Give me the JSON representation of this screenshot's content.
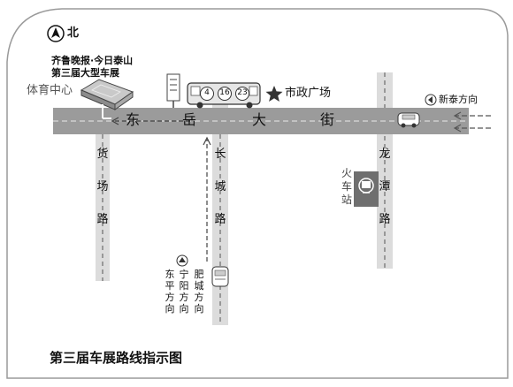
{
  "map": {
    "north_label": "北",
    "event_text": [
      "齐鲁晚报·今日泰山",
      "第三届大型车展"
    ],
    "venue": "体育中心",
    "landmark": "市政广场",
    "bus_routes": [
      "4",
      "16",
      "23"
    ],
    "direction_xintai": "新泰方向",
    "main_street_chars": [
      "东",
      "岳",
      "大",
      "街"
    ],
    "road_huochang": "货场路",
    "road_changcheng": "长城路",
    "road_longtan": "龙潭路",
    "station": "火车站",
    "dir_dongping_ningyang": [
      "东平方向",
      "宁阳方向"
    ],
    "dir_feicheng": "肥城方向",
    "title": "第三届车展路线指示图",
    "colors": {
      "street": "#9b9b9b",
      "road": "#dcdcdc",
      "dash": "#555555",
      "station": "#6f6f6f"
    }
  }
}
